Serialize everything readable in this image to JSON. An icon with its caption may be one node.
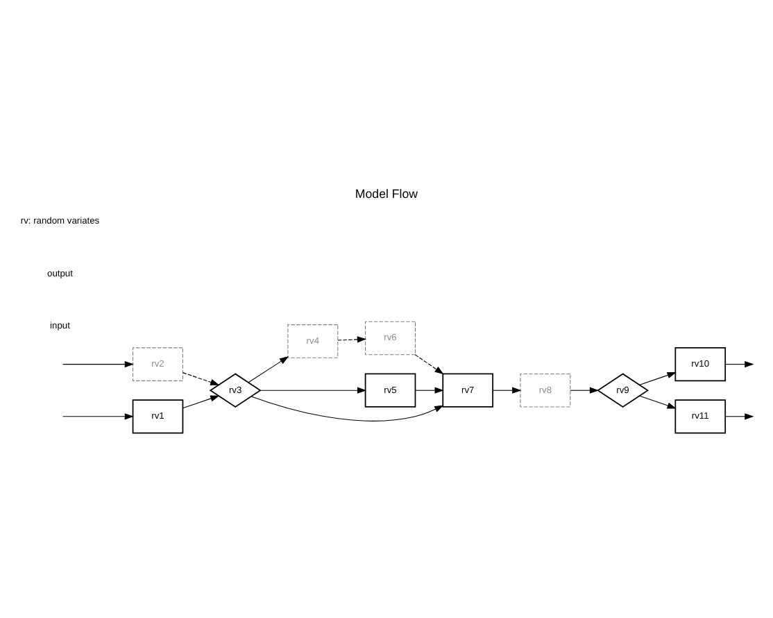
{
  "diagram": {
    "title": "Model Flow",
    "nodes": [
      {
        "text": [
          "rv1"
        ]
      },
      {
        "text": [
          "rv2"
        ]
      },
      {
        "text": [
          "rv3"
        ]
      },
      {
        "text": [
          "rv4"
        ]
      },
      {
        "text": [
          "rv5"
        ]
      },
      {
        "text": [
          "rv6"
        ]
      },
      {
        "text": [
          "rv7"
        ]
      },
      {
        "text": [
          "rv8"
        ]
      },
      {
        "text": [
          "rv9"
        ]
      },
      {
        "text": [
          "rv10"
        ]
      },
      {
        "text": [
          "rv11"
        ]
      }
    ],
    "edges": [
      {
        "from": null,
        "to": 0,
        "arrow": "to"
      },
      {
        "from": null,
        "to": 1,
        "arrow": "to"
      },
      {
        "from": 0,
        "to": 2,
        "arrow": "to"
      },
      {
        "from": 1,
        "to": 2,
        "arrow": "to",
        "style": "dashed"
      },
      {
        "from": 2,
        "to": 3,
        "arrow": "to"
      },
      {
        "from": 3,
        "to": 5,
        "arrow": "to",
        "style": "dashed"
      },
      {
        "from": 2,
        "to": 4,
        "arrow": "to"
      },
      {
        "from": 2,
        "to": 6,
        "arrow": "to"
      },
      {
        "from": 4,
        "to": 6,
        "arrow": "to"
      },
      {
        "from": 5,
        "to": 6,
        "arrow": "to",
        "style": "dashed"
      },
      {
        "from": 6,
        "to": 7,
        "arrow": "to"
      },
      {
        "from": 7,
        "to": 8,
        "arrow": "to"
      },
      {
        "from": 8,
        "to": 9,
        "arrow": "to"
      },
      {
        "from": 8,
        "to": 10,
        "arrow": "to"
      },
      {
        "from": 9,
        "to": null,
        "arrow": "to"
      },
      {
        "from": 10,
        "to": null,
        "arrow": "to"
      }
    ],
    "labels": [
      "input",
      "output",
      "rv: random variates"
    ]
  }
}
